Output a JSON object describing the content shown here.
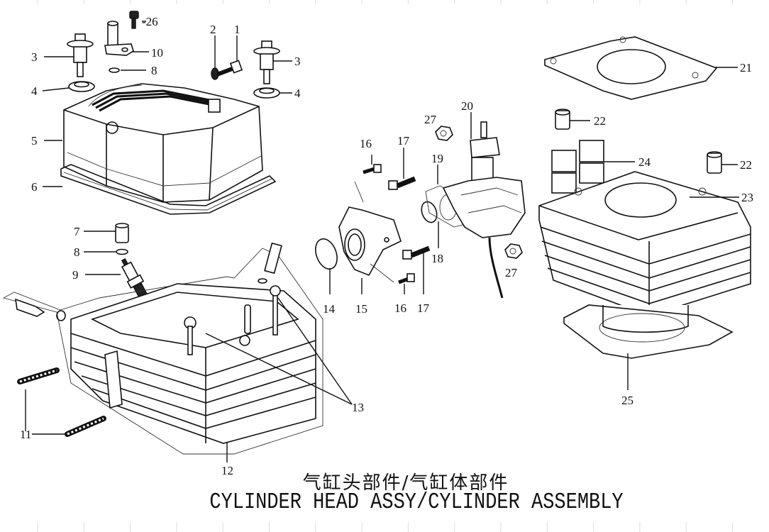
{
  "diagram": {
    "title_zh": "气缸头部件/气缸体部件",
    "title_en": "CYLINDER HEAD ASSY/CYLINDER ASSEMBLY",
    "callouts": [
      {
        "id": "c1",
        "label": "1"
      },
      {
        "id": "c2",
        "label": "2"
      },
      {
        "id": "c3a",
        "label": "3"
      },
      {
        "id": "c3b",
        "label": "3"
      },
      {
        "id": "c4a",
        "label": "4"
      },
      {
        "id": "c4b",
        "label": "4"
      },
      {
        "id": "c5",
        "label": "5"
      },
      {
        "id": "c6",
        "label": "6"
      },
      {
        "id": "c7",
        "label": "7"
      },
      {
        "id": "c8a",
        "label": "8"
      },
      {
        "id": "c8b",
        "label": "8"
      },
      {
        "id": "c9",
        "label": "9"
      },
      {
        "id": "c10",
        "label": "10"
      },
      {
        "id": "c11",
        "label": "11"
      },
      {
        "id": "c12",
        "label": "12"
      },
      {
        "id": "c13",
        "label": "13"
      },
      {
        "id": "c14",
        "label": "14"
      },
      {
        "id": "c15",
        "label": "15"
      },
      {
        "id": "c16a",
        "label": "16"
      },
      {
        "id": "c16b",
        "label": "16"
      },
      {
        "id": "c17a",
        "label": "17"
      },
      {
        "id": "c17b",
        "label": "17"
      },
      {
        "id": "c18",
        "label": "18"
      },
      {
        "id": "c19",
        "label": "19"
      },
      {
        "id": "c20",
        "label": "20"
      },
      {
        "id": "c21",
        "label": "21"
      },
      {
        "id": "c22a",
        "label": "22"
      },
      {
        "id": "c22b",
        "label": "22"
      },
      {
        "id": "c23",
        "label": "23"
      },
      {
        "id": "c24",
        "label": "24"
      },
      {
        "id": "c25",
        "label": "25"
      },
      {
        "id": "c26",
        "label": "-26"
      },
      {
        "id": "c27a",
        "label": "27"
      },
      {
        "id": "c27b",
        "label": "27"
      }
    ],
    "parts": [
      {
        "label": "1",
        "name": "bolt"
      },
      {
        "label": "2",
        "name": "washer"
      },
      {
        "label": "3",
        "name": "cap bolt"
      },
      {
        "label": "4",
        "name": "rubber seal washer"
      },
      {
        "label": "5",
        "name": "cylinder head cover"
      },
      {
        "label": "6",
        "name": "cylinder head cover gasket"
      },
      {
        "label": "7",
        "name": "dowel pin"
      },
      {
        "label": "8",
        "name": "o-ring"
      },
      {
        "label": "9",
        "name": "spark plug"
      },
      {
        "label": "10",
        "name": "breather pipe"
      },
      {
        "label": "11",
        "name": "stud bolt"
      },
      {
        "label": "12",
        "name": "cylinder head"
      },
      {
        "label": "13",
        "name": "valve"
      },
      {
        "label": "14",
        "name": "o-ring"
      },
      {
        "label": "15",
        "name": "intake pipe"
      },
      {
        "label": "16",
        "name": "bolt"
      },
      {
        "label": "17",
        "name": "stud bolt"
      },
      {
        "label": "18",
        "name": "o-ring"
      },
      {
        "label": "19",
        "name": "insulator"
      },
      {
        "label": "20",
        "name": "carburetor"
      },
      {
        "label": "21",
        "name": "cylinder head gasket"
      },
      {
        "label": "22",
        "name": "dowel pin"
      },
      {
        "label": "23",
        "name": "cylinder block"
      },
      {
        "label": "24",
        "name": "damper rubber"
      },
      {
        "label": "25",
        "name": "cylinder gasket"
      },
      {
        "label": "26",
        "name": "bolt"
      },
      {
        "label": "27",
        "name": "nut"
      }
    ]
  }
}
